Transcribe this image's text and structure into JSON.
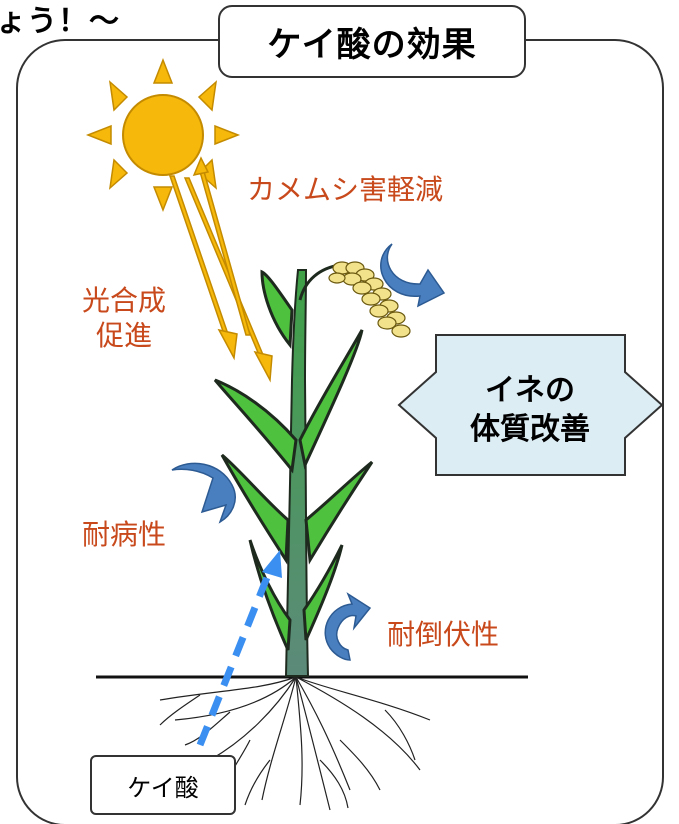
{
  "heading_fragment": "ょう！～",
  "title": "ケイ酸の効果",
  "labels": {
    "pest_reduction": "カメムシ害軽減",
    "photosynthesis_line1": "光合成",
    "photosynthesis_line2": "促進",
    "disease_resistance": "耐病性",
    "lodging_resistance": "耐倒伏性"
  },
  "center_callout": {
    "line1": "イネの",
    "line2": "体質改善"
  },
  "silicic_acid_label": "ケイ酸",
  "colors": {
    "label_orange": "#c8491b",
    "sun_fill": "#f6b80a",
    "sun_outline": "#c48b00",
    "arrow_blue": "#4a7fbf",
    "dashed_arrow_blue": "#3b8ff0",
    "stem_green": "#3a8a3f",
    "leaf_fill": "#4ec13f",
    "leaf_dark": "#1f2a1f",
    "grain_yellow": "#f2e28c",
    "hex_fill": "#dcedf4"
  }
}
